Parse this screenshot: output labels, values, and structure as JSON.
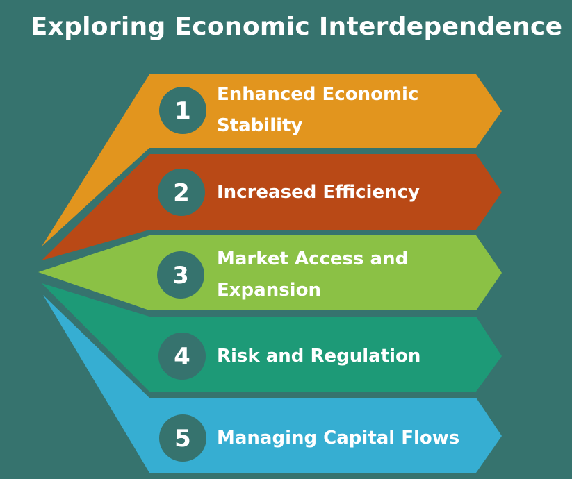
{
  "title": "Exploring Economic Interdependence",
  "items": [
    {
      "number": "1",
      "label": "Enhanced Economic Stability",
      "color": "#e2951e"
    },
    {
      "number": "2",
      "label": "Increased Efficiency",
      "color": "#b94916"
    },
    {
      "number": "3",
      "label": "Market Access and Expansion",
      "color": "#8bc145"
    },
    {
      "number": "4",
      "label": "Risk and Regulation",
      "color": "#1d9a77"
    },
    {
      "number": "5",
      "label": "Managing Capital Flows",
      "color": "#36aed2"
    }
  ],
  "circle_color": "#36736e"
}
